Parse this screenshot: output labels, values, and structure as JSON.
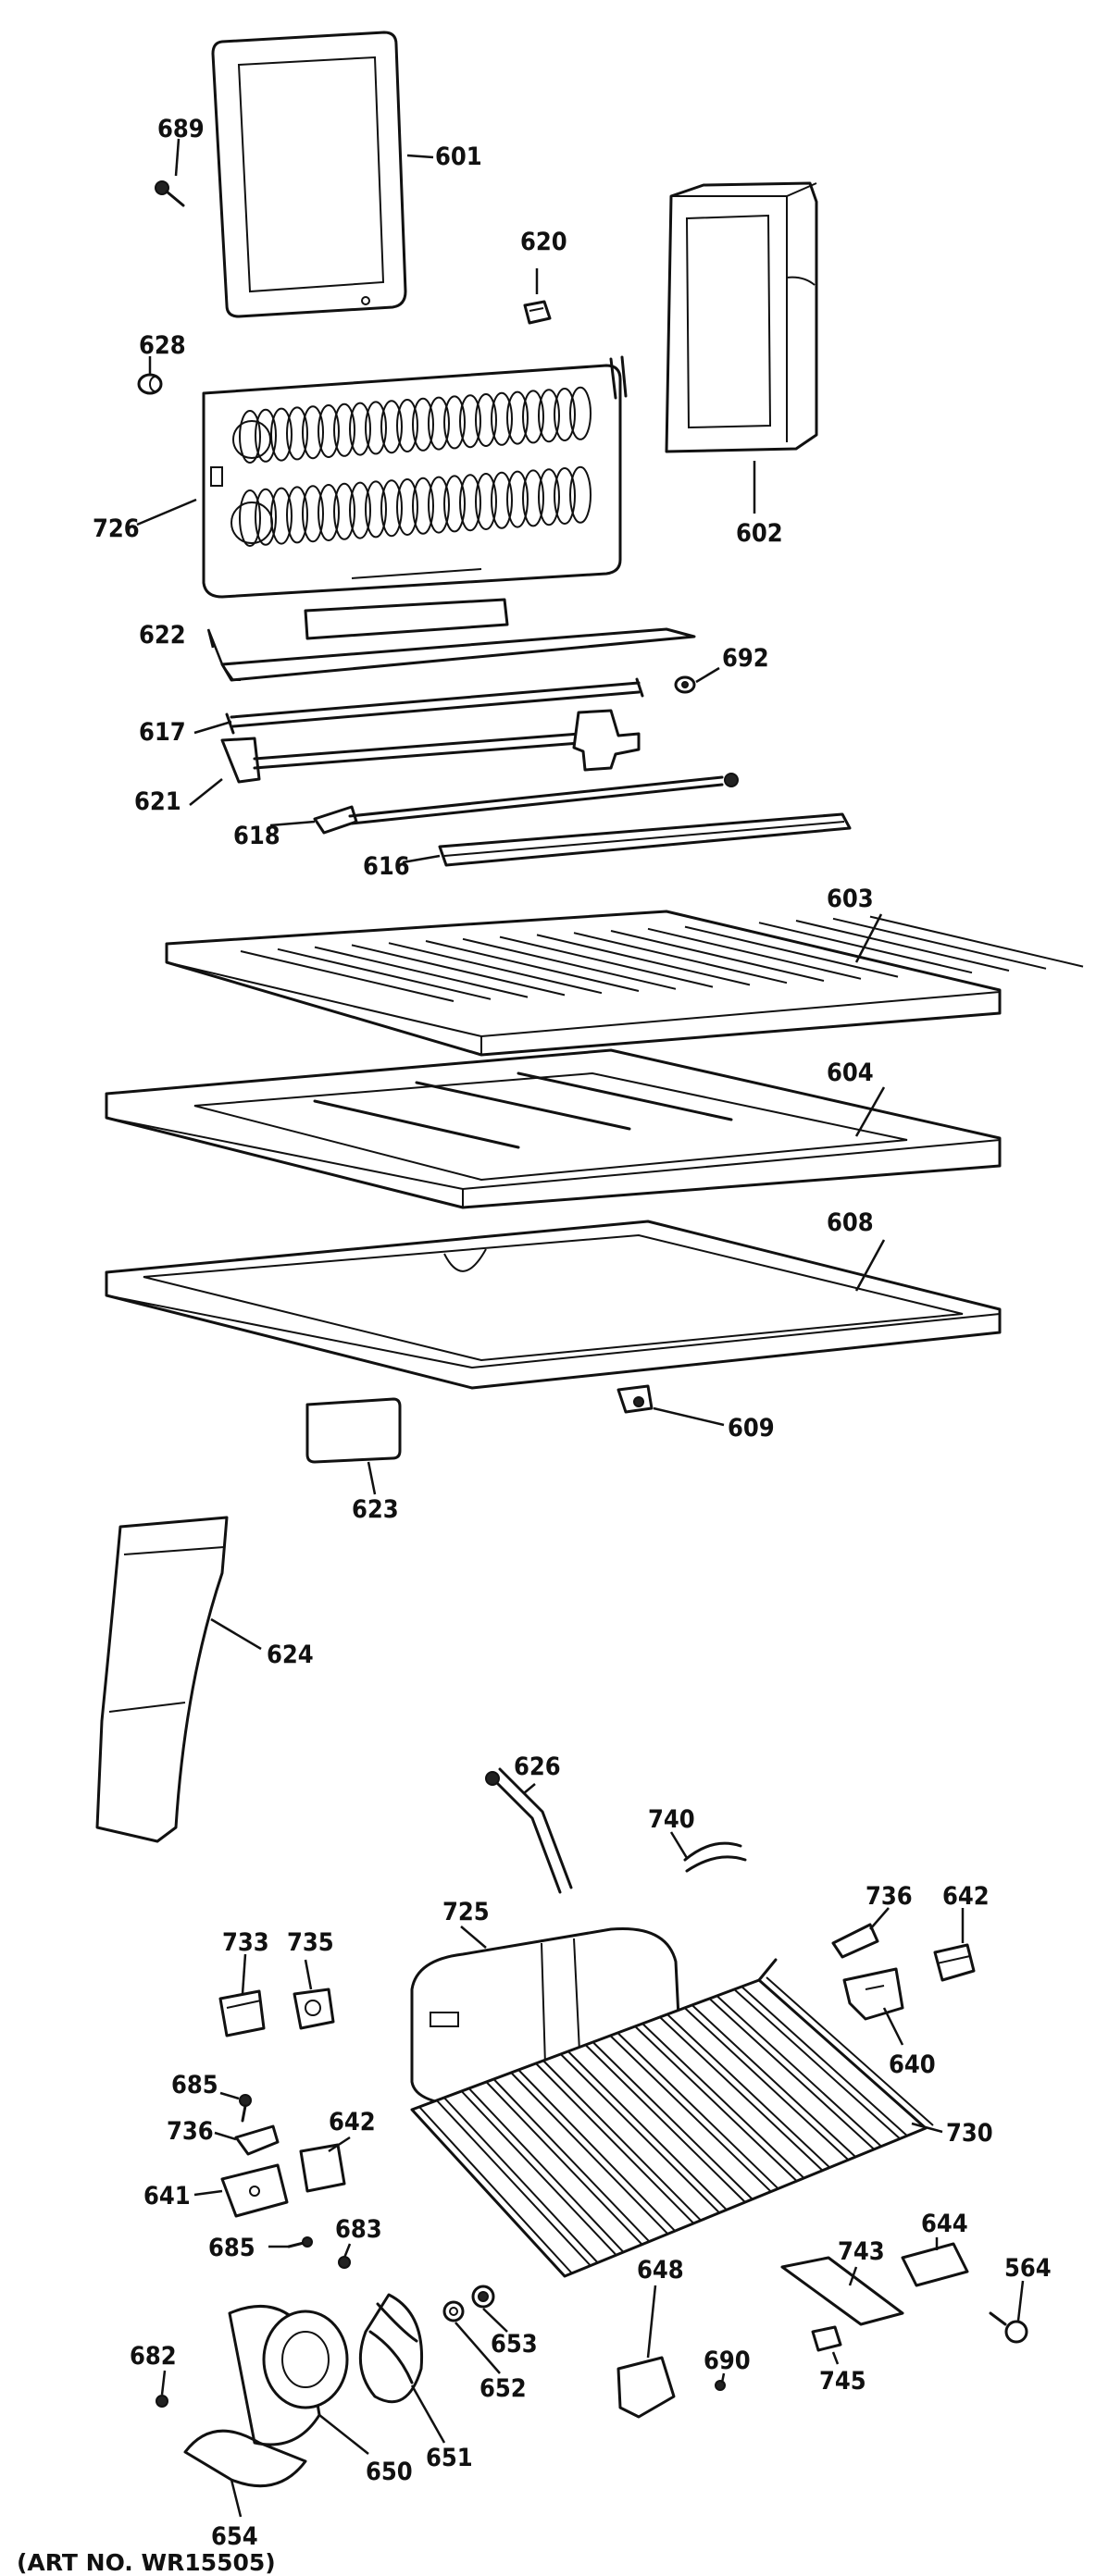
{
  "caption": "(ART NO. WR15505)",
  "part_numbers": {
    "p601": "601",
    "p602": "602",
    "p603": "603",
    "p604": "604",
    "p608": "608",
    "p609": "609",
    "p616": "616",
    "p617": "617",
    "p618": "618",
    "p620": "620",
    "p621": "621",
    "p622": "622",
    "p623": "623",
    "p624": "624",
    "p626": "626",
    "p628": "628",
    "p640": "640",
    "p641": "641",
    "p642a": "642",
    "p642b": "642",
    "p644": "644",
    "p648": "648",
    "p650": "650",
    "p651": "651",
    "p652": "652",
    "p653": "653",
    "p654": "654",
    "p682": "682",
    "p683": "683",
    "p685a": "685",
    "p685b": "685",
    "p689": "689",
    "p690": "690",
    "p692": "692",
    "p725": "725",
    "p726": "726",
    "p730": "730",
    "p733": "733",
    "p735": "735",
    "p736a": "736",
    "p736b": "736",
    "p740": "740",
    "p743": "743",
    "p745": "745",
    "p564": "564"
  }
}
